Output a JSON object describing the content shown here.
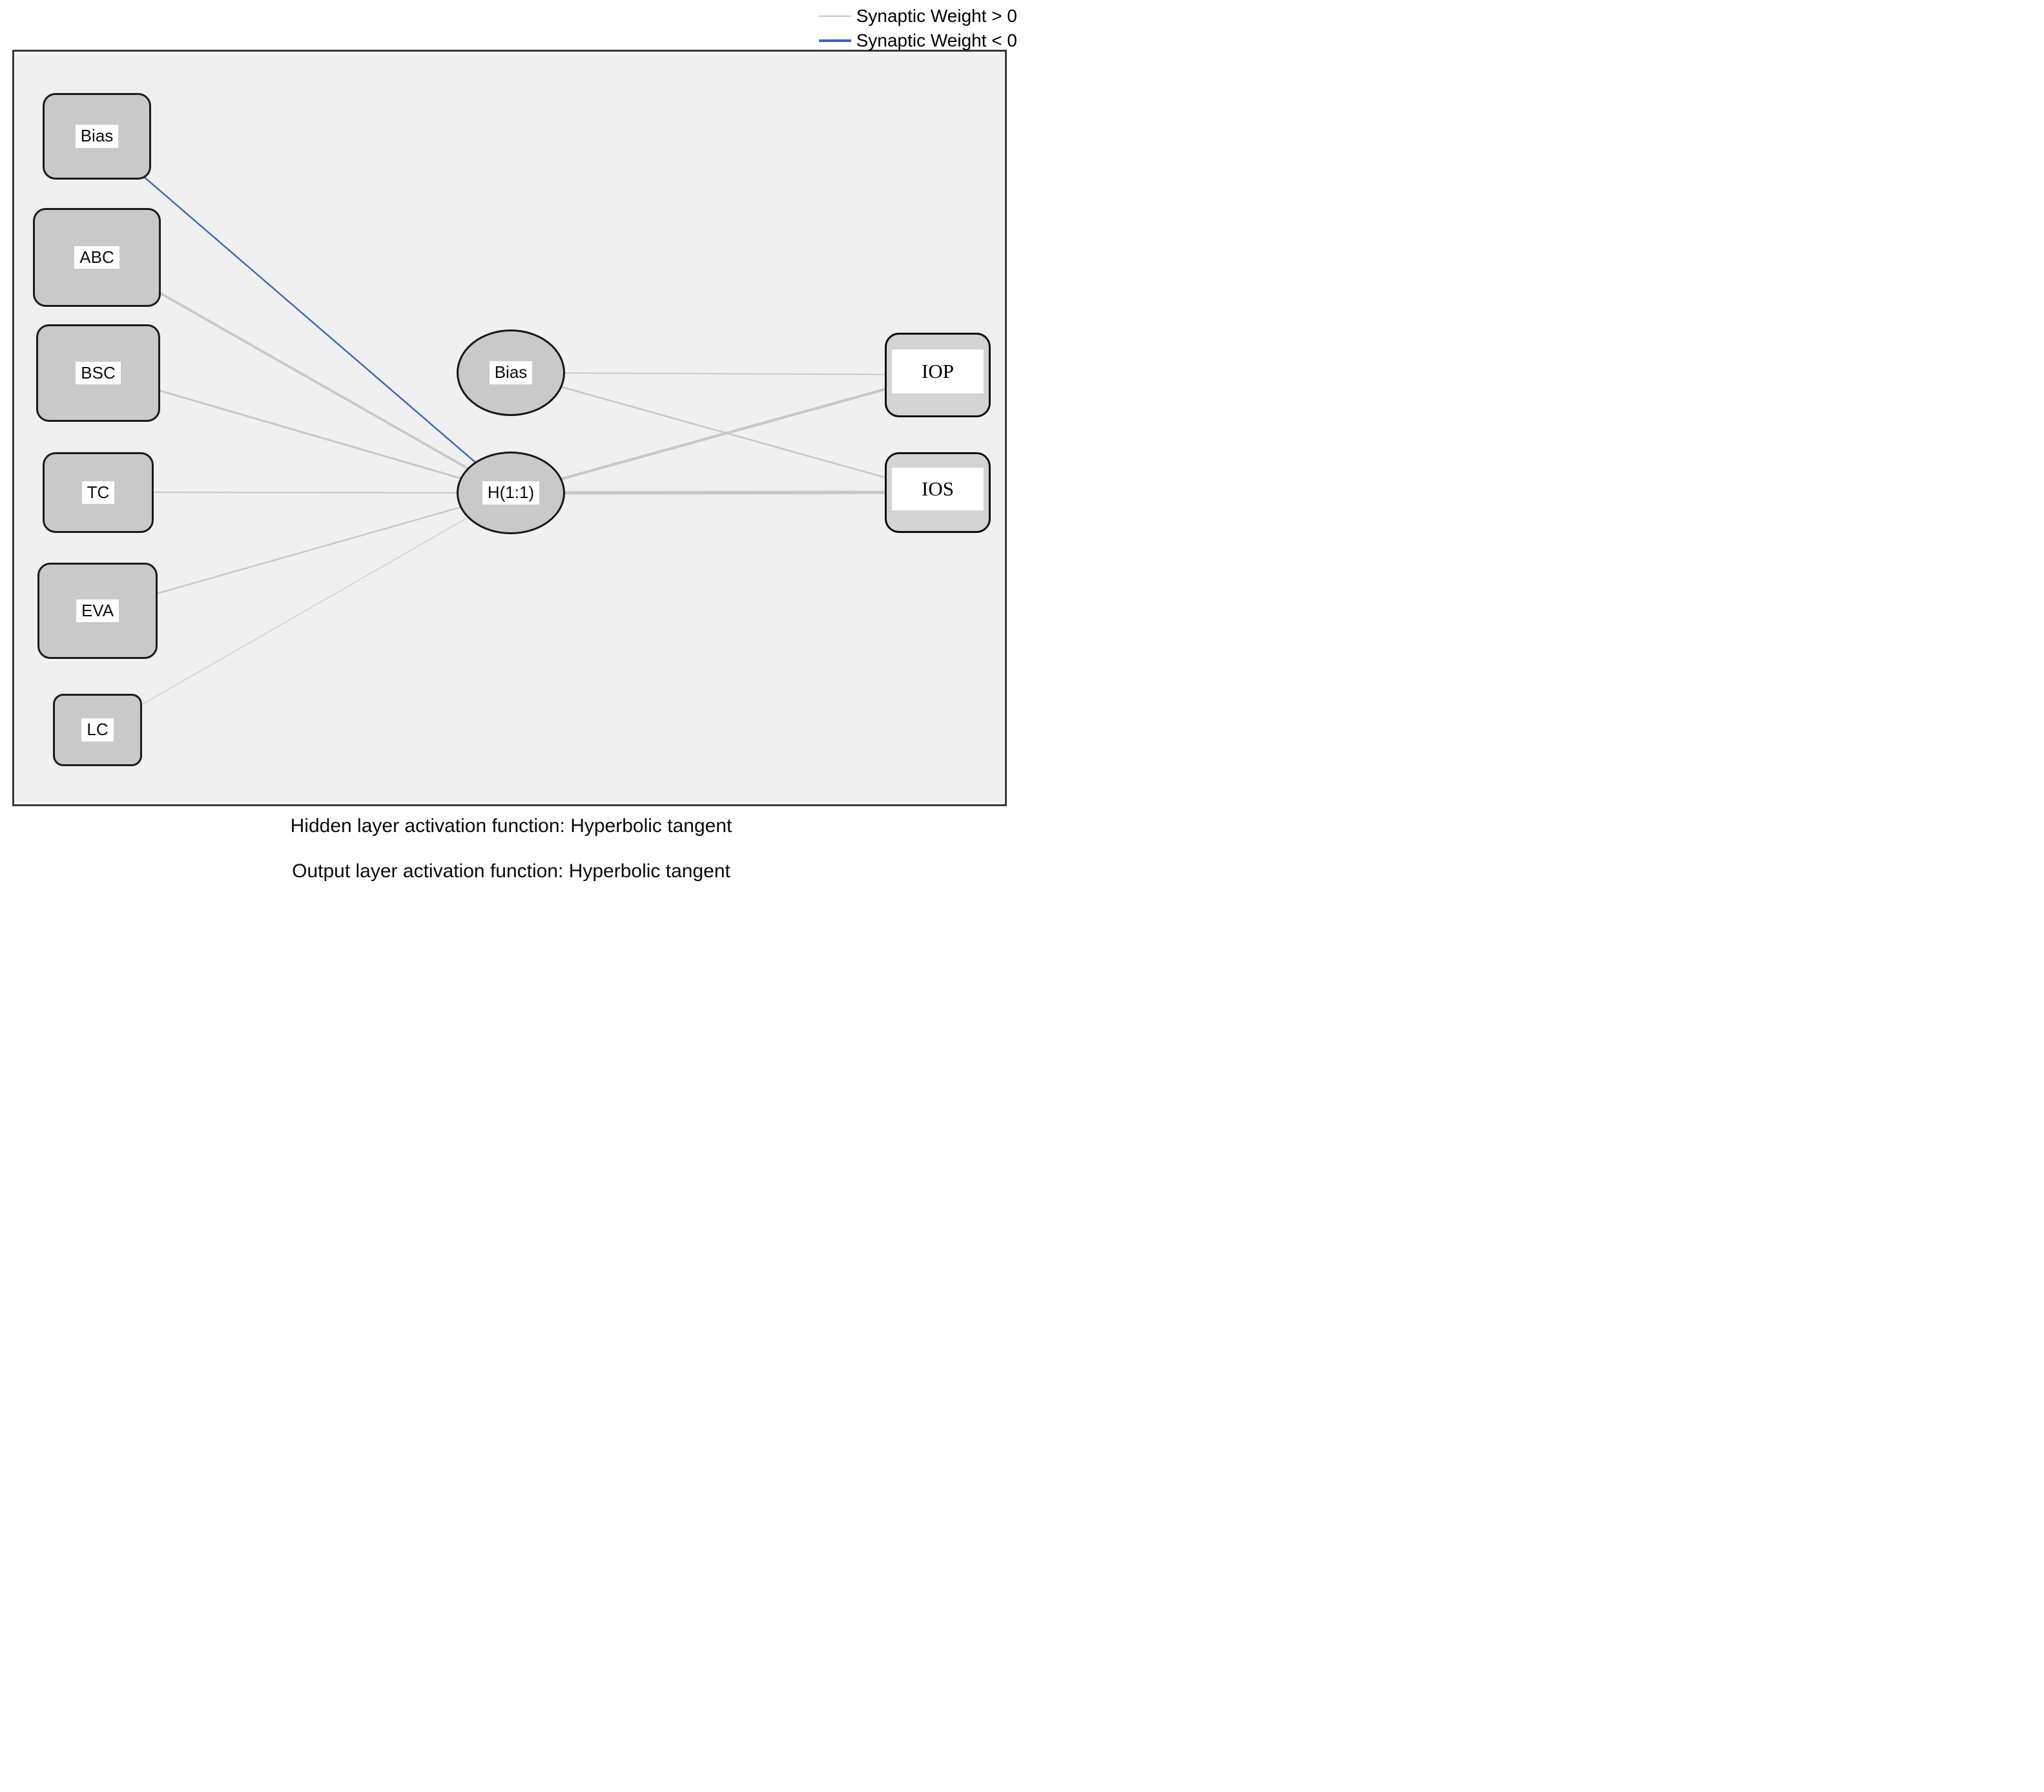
{
  "legend": {
    "items": [
      {
        "label": "Synaptic Weight > 0",
        "sign": "positive"
      },
      {
        "label": "Synaptic Weight < 0",
        "sign": "negative"
      }
    ]
  },
  "colors": {
    "positive_edge": "#c8c8c8",
    "negative_edge": "#3f63b8",
    "node_fill": "#c9c9c9",
    "frame_background": "#f0f0f0"
  },
  "network": {
    "inputs": [
      {
        "id": "in_bias",
        "label": "Bias"
      },
      {
        "id": "in_abc",
        "label": "ABC"
      },
      {
        "id": "in_bsc",
        "label": "BSC"
      },
      {
        "id": "in_tc",
        "label": "TC"
      },
      {
        "id": "in_eva",
        "label": "EVA"
      },
      {
        "id": "in_lc",
        "label": "LC"
      }
    ],
    "hidden": [
      {
        "id": "h_bias",
        "label": "Bias"
      },
      {
        "id": "h_h11",
        "label": "H(1:1)"
      }
    ],
    "outputs": [
      {
        "id": "out_iop",
        "label": "IOP"
      },
      {
        "id": "out_ios",
        "label": "IOS"
      }
    ],
    "edges": [
      {
        "from": "in_bias",
        "to": "h_h11",
        "sign": "negative",
        "width": 2.4
      },
      {
        "from": "in_abc",
        "to": "h_h11",
        "sign": "positive",
        "width": 3.8
      },
      {
        "from": "in_bsc",
        "to": "h_h11",
        "sign": "positive",
        "width": 3.0
      },
      {
        "from": "in_tc",
        "to": "h_h11",
        "sign": "positive",
        "width": 2.0
      },
      {
        "from": "in_eva",
        "to": "h_h11",
        "sign": "positive",
        "width": 2.4
      },
      {
        "from": "in_lc",
        "to": "h_h11",
        "sign": "positive",
        "width": 1.2
      },
      {
        "from": "h_bias",
        "to": "out_iop",
        "sign": "positive",
        "width": 1.8
      },
      {
        "from": "h_bias",
        "to": "out_ios",
        "sign": "positive",
        "width": 2.6
      },
      {
        "from": "h_h11",
        "to": "out_iop",
        "sign": "positive",
        "width": 4.2
      },
      {
        "from": "h_h11",
        "to": "out_ios",
        "sign": "positive",
        "width": 5.2
      }
    ]
  },
  "footer": {
    "line1": "Hidden layer activation function: Hyperbolic tangent",
    "line2": "Output layer activation function: Hyperbolic tangent"
  }
}
